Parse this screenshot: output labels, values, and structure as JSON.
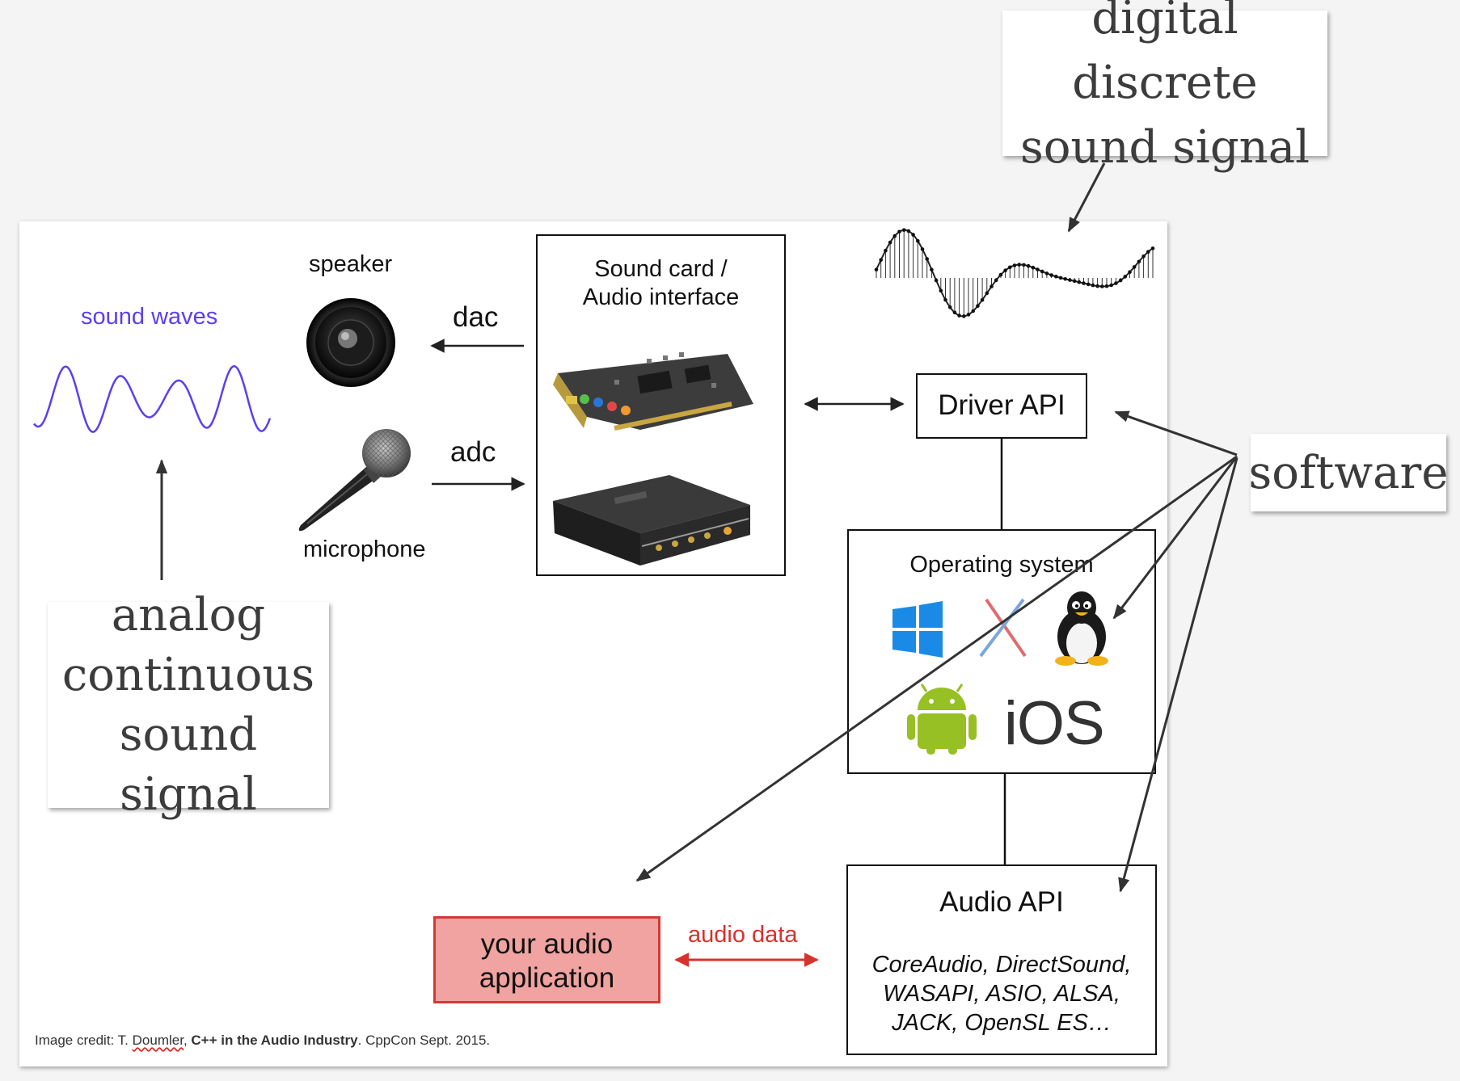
{
  "callouts": {
    "digital": [
      "digital discrete",
      "sound signal"
    ],
    "analog": [
      "analog",
      "continuous",
      "sound signal"
    ],
    "software": "software"
  },
  "labels": {
    "sound_waves": "sound waves",
    "speaker": "speaker",
    "microphone": "microphone",
    "dac": "dac",
    "adc": "adc",
    "sound_card": [
      "Sound card /",
      "Audio interface"
    ],
    "driver_api": "Driver API",
    "operating_system": "Operating system",
    "ios": "iOS",
    "audio_api": "Audio API",
    "audio_api_list": [
      "CoreAudio, DirectSound,",
      "WASAPI, ASIO, ALSA,",
      "JACK, OpenSL ES…"
    ],
    "your_app": [
      "your audio",
      "application"
    ],
    "audio_data": "audio data"
  },
  "credit": {
    "prefix": "Image credit: T. ",
    "author": "Doumler",
    "sep": ", ",
    "title": "C++ in the Audio Industry",
    "suffix": ". CppCon Sept. 2015."
  },
  "colors": {
    "wave_blue": "#5b3ff0",
    "app_fill": "#f0a3a0",
    "app_border": "#d23a36",
    "audio_data": "#d8322c"
  }
}
